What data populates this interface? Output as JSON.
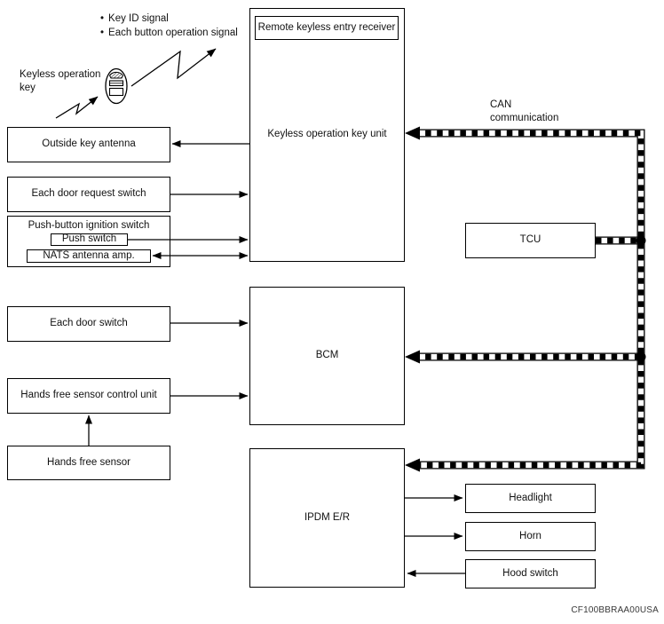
{
  "notes": {
    "bullet": "•",
    "signals": [
      "Key ID signal",
      "Each button operation signal"
    ],
    "key_label": "Keyless operation key",
    "can_label": "CAN communication",
    "footer_code": "CF100BBRAA00USA"
  },
  "boxes": {
    "remote_receiver": "Remote keyless entry receiver",
    "keyless_unit": "Keyless operation key unit",
    "outside_key_antenna": "Outside key antenna",
    "each_door_request_switch": "Each door request switch",
    "push_button_ignition_switch": "Push-button ignition switch",
    "push_switch": "Push switch",
    "nats_antenna_amp": "NATS antenna amp.",
    "each_door_switch": "Each door switch",
    "hands_free_sensor_control_unit": "Hands free sensor control unit",
    "hands_free_sensor": "Hands free sensor",
    "bcm": "BCM",
    "ipdm_er": "IPDM E/R",
    "tcu": "TCU",
    "headlight": "Headlight",
    "horn": "Horn",
    "hood_switch": "Hood switch"
  },
  "colors": {
    "line": "#000000",
    "background": "#ffffff"
  }
}
